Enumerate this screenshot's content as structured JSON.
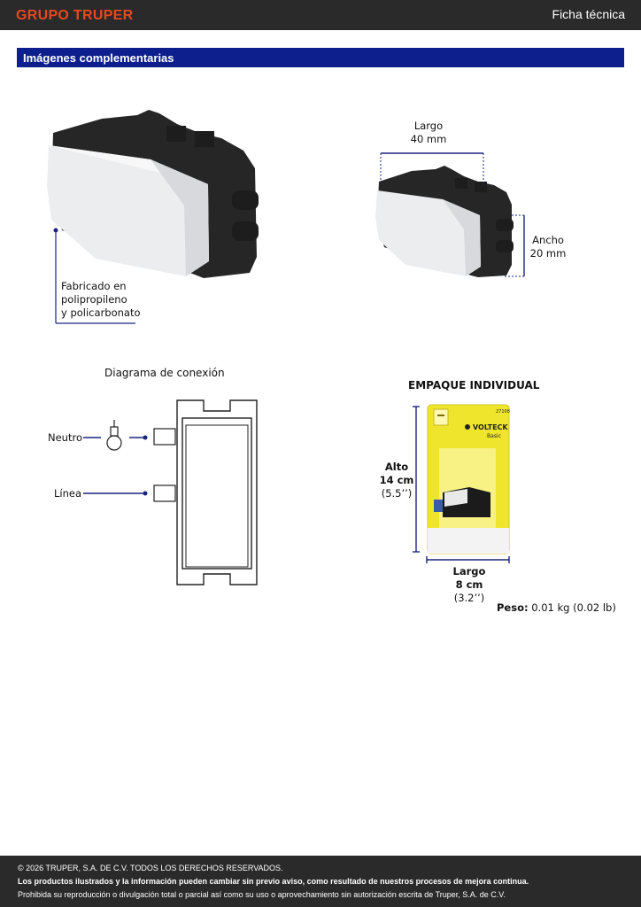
{
  "header": {
    "brand": "GRUPO TRUPER",
    "right_label": "Ficha técnica"
  },
  "section": {
    "title": "Imágenes complementarias"
  },
  "material": {
    "line1": "Fabricado en",
    "line2": "polipropileno",
    "line3": "y policarbonato"
  },
  "dimensions": {
    "largo_label": "Largo",
    "largo_value": "40 mm",
    "ancho_label": "Ancho",
    "ancho_value": "20 mm"
  },
  "diagram": {
    "title": "Diagrama de conexión",
    "neutro": "Neutro",
    "linea": "Línea"
  },
  "packaging": {
    "title": "EMPAQUE INDIVIDUAL",
    "alto_label": "Alto",
    "alto_value": "14 cm",
    "alto_in": "(5.5’’)",
    "largo_label": "Largo",
    "largo_value": "8 cm",
    "largo_in": "(3.2’’)",
    "peso_label": "Peso:",
    "peso_value": "0.01 kg (0.02 lb)",
    "package_brand": "VOLTECK",
    "package_sub": "Basic",
    "package_code": "27108"
  },
  "footer": {
    "line1": "© 2026 TRUPER, S.A. DE C.V. TODOS LOS DERECHOS RESERVADOS.",
    "line2": "Los productos ilustrados y la información pueden cambiar sin previo aviso, como resultado de nuestros procesos de mejora continua.",
    "line3": "Prohibida su reproducción o divulgación total o parcial así como su uso o aprovechamiento sin autorización escrita de Truper, S.A. de C.V."
  },
  "colors": {
    "accent": "#e8481f",
    "section_bar": "#0d1f8c",
    "header_bg": "#2a2a2a",
    "dim_line": "#1a237e"
  }
}
